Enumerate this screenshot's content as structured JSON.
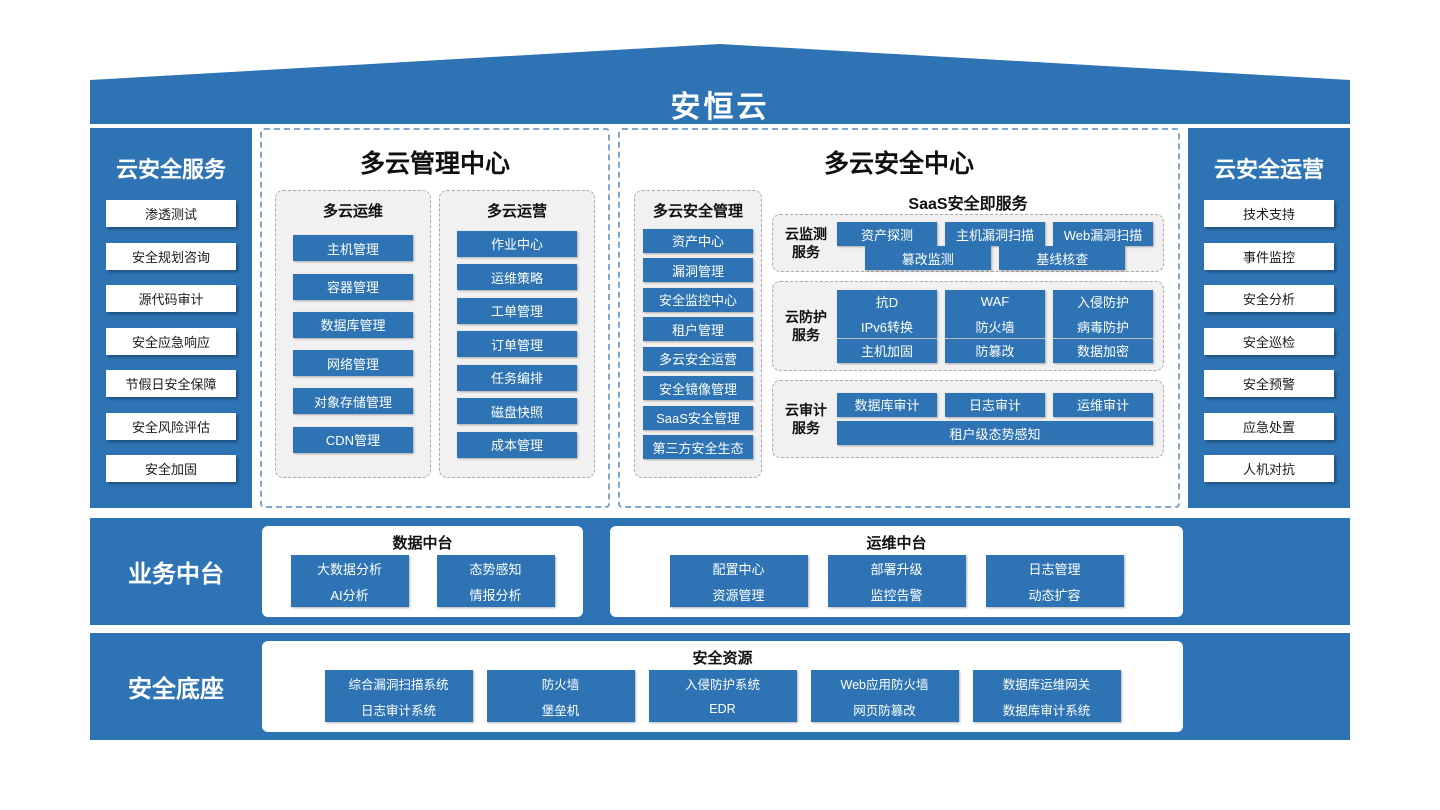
{
  "title": "安恒云",
  "colors": {
    "primary": "#2E74B5",
    "panel_gray": "#F1F1F2",
    "dashed_border": "#7EA6CE"
  },
  "left_panel": {
    "title": "云安全服务",
    "items": [
      "渗透测试",
      "安全规划咨询",
      "源代码审计",
      "安全应急响应",
      "节假日安全保障",
      "安全风险评估",
      "安全加固"
    ]
  },
  "right_panel": {
    "title": "云安全运营",
    "items": [
      "技术支持",
      "事件监控",
      "安全分析",
      "安全巡检",
      "安全预警",
      "应急处置",
      "人机对抗"
    ]
  },
  "management_center": {
    "title": "多云管理中心",
    "groups": [
      {
        "title": "多云运维",
        "items": [
          "主机管理",
          "容器管理",
          "数据库管理",
          "网络管理",
          "对象存储管理",
          "CDN管理"
        ]
      },
      {
        "title": "多云运营",
        "items": [
          "作业中心",
          "运维策略",
          "工单管理",
          "订单管理",
          "任务编排",
          "磁盘快照",
          "成本管理"
        ]
      }
    ]
  },
  "security_center": {
    "title": "多云安全中心",
    "management_group": {
      "title": "多云安全管理",
      "items": [
        "资产中心",
        "漏洞管理",
        "安全监控中心",
        "租户管理",
        "多云安全运营",
        "安全镜像管理",
        "SaaS安全管理",
        "第三方安全生态"
      ]
    },
    "saas": {
      "title": "SaaS安全即服务",
      "groups": [
        {
          "title": "云监测服务",
          "rows": [
            [
              "资产探测",
              "主机漏洞扫描",
              "Web漏洞扫描"
            ],
            [
              "篡改监测",
              "基线核查"
            ]
          ]
        },
        {
          "title": "云防护服务",
          "rows": [
            [
              "抗D",
              "WAF",
              "入侵防护"
            ],
            [
              "IPv6转换",
              "防火墙",
              "病毒防护"
            ],
            [
              "主机加固",
              "防篡改",
              "数据加密"
            ]
          ]
        },
        {
          "title": "云审计服务",
          "rows": [
            [
              "数据库审计",
              "日志审计",
              "运维审计"
            ],
            [
              "租户级态势感知"
            ]
          ]
        }
      ]
    }
  },
  "business_platform": {
    "label": "业务中台",
    "data_platform": {
      "title": "数据中台",
      "rows": [
        [
          "大数据分析",
          "态势感知"
        ],
        [
          "AI分析",
          "情报分析"
        ]
      ]
    },
    "ops_platform": {
      "title": "运维中台",
      "rows": [
        [
          "配置中心",
          "部署升级",
          "日志管理"
        ],
        [
          "资源管理",
          "监控告警",
          "动态扩容"
        ]
      ]
    }
  },
  "security_base": {
    "label": "安全底座",
    "panel": {
      "title": "安全资源",
      "rows": [
        [
          "综合漏洞扫描系统",
          "防火墙",
          "入侵防护系统",
          "Web应用防火墙",
          "数据库运维网关"
        ],
        [
          "日志审计系统",
          "堡垒机",
          "EDR",
          "网页防篡改",
          "数据库审计系统"
        ]
      ]
    }
  }
}
